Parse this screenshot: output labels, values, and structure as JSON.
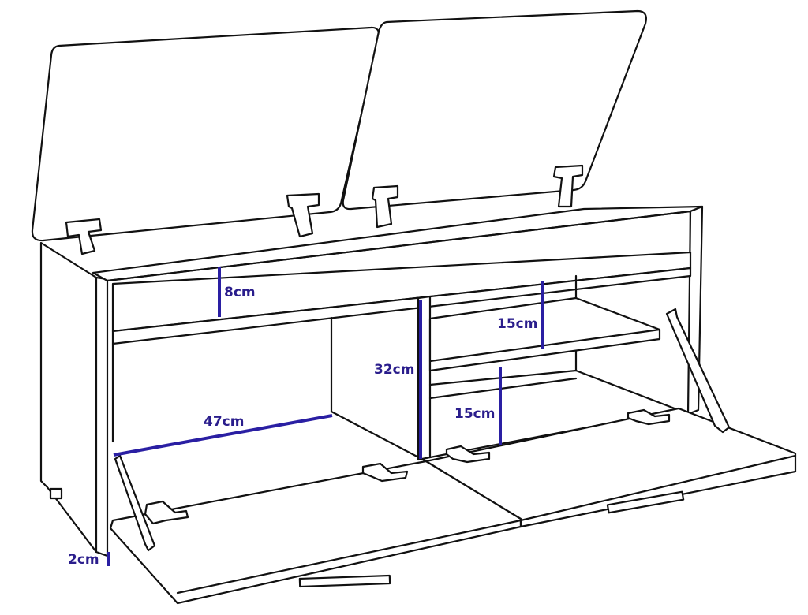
{
  "dimensions": {
    "top_drawer_height": "8cm",
    "upper_shelf_gap": "15cm",
    "inner_height": "32cm",
    "lower_shelf_gap": "15cm",
    "compartment_depth": "47cm",
    "floor_clearance": "2cm"
  },
  "colors": {
    "outline": "#111111",
    "dimension_line": "#2a1fa3",
    "dimension_text": "#2a1d8c"
  }
}
